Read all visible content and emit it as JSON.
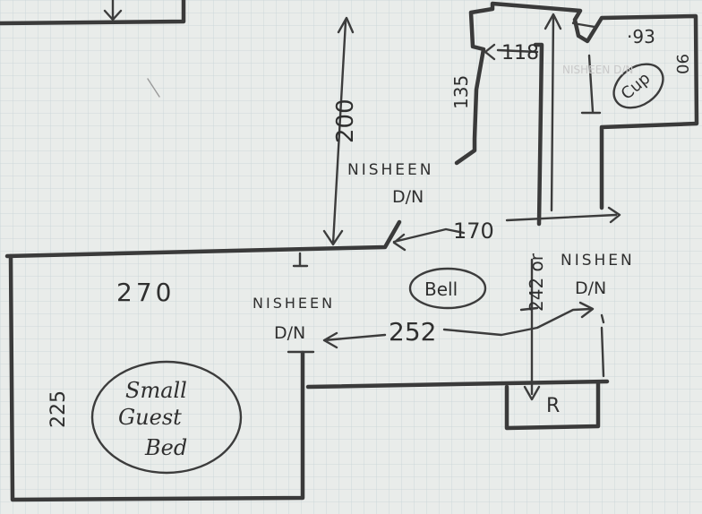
{
  "labels": {
    "dim_118": "118",
    "dim_135": "135",
    "dim_200": "200",
    "dim_93": "·93",
    "dim_90": "90",
    "cup_label": "Cup",
    "nisheen_top": "NISHEEN",
    "dn_top": "D/N",
    "dim_170": "170",
    "nishen_right": "NISHEN",
    "dn_right": "D/N",
    "dim_270": "270",
    "nisheen_left": "NISHEEN",
    "dn_left": "D/N",
    "bell_label": "Bell",
    "dim_252": "252",
    "dim_242": "242 or",
    "dim_225": "225",
    "small": "Small",
    "guest": "Guest",
    "bed": "Bed",
    "r_label": "R",
    "ghost_text": "NISHEEN D/N"
  }
}
